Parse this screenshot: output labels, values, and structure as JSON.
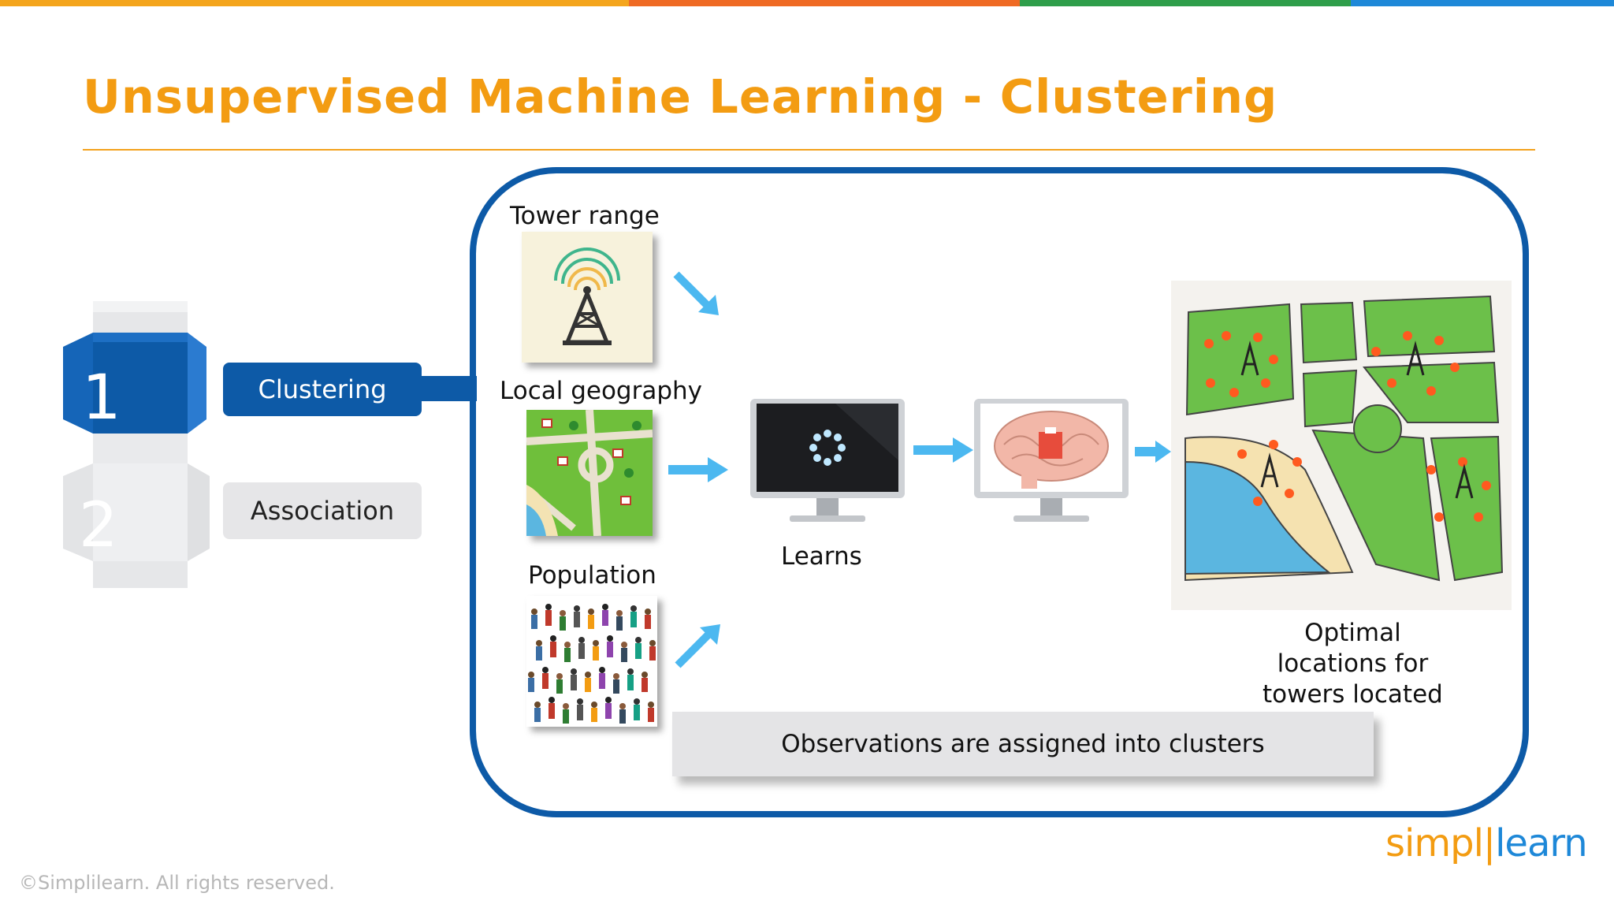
{
  "colors": {
    "topbar": [
      "#f4a51c",
      "#ef6a24",
      "#2f9e4a",
      "#1e88d8"
    ],
    "title": "#f39c12",
    "frame": "#0d5aa7",
    "active_pill": "#0d5aa7",
    "arrow": "#4cb8f0"
  },
  "slide": {
    "title": "Unsupervised Machine Learning - Clustering"
  },
  "sidebar": {
    "items": [
      {
        "number": "1",
        "label": "Clustering",
        "active": true
      },
      {
        "number": "2",
        "label": "Association",
        "active": false
      }
    ]
  },
  "diagram": {
    "inputs": [
      {
        "label": "Tower range",
        "icon": "tower-icon"
      },
      {
        "label": "Local geography",
        "icon": "map-icon"
      },
      {
        "label": "Population",
        "icon": "crowd-icon"
      }
    ],
    "process_label": "Learns",
    "output_label": "Optimal\nlocations for\ntowers located",
    "observation_text": "Observations are assigned into clusters"
  },
  "footer": {
    "copyright": "©Simplilearn. All rights reserved.",
    "logo_left": "simpl",
    "logo_right": "learn"
  }
}
